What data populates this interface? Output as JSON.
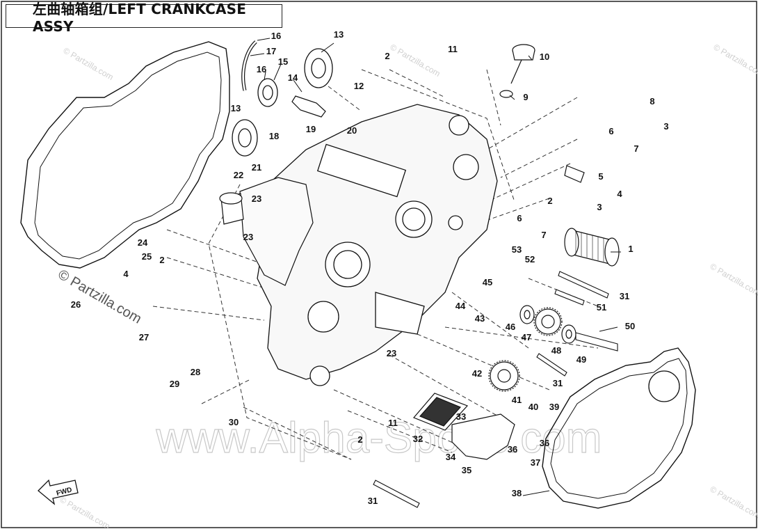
{
  "diagram": {
    "title": "左曲轴箱组/LEFT CRANKCASE ASSY",
    "watermark_main": "www.Alpha-Sports.com",
    "watermark_site": "© Partzilla.com",
    "fwd_label": "FWD",
    "callouts": [
      {
        "id": "c16a",
        "label": "16"
      },
      {
        "id": "c17",
        "label": "17"
      },
      {
        "id": "c13a",
        "label": "13"
      },
      {
        "id": "c16b",
        "label": "16"
      },
      {
        "id": "c15",
        "label": "15"
      },
      {
        "id": "c14",
        "label": "14"
      },
      {
        "id": "c13b",
        "label": "13"
      },
      {
        "id": "c18",
        "label": "18"
      },
      {
        "id": "c19",
        "label": "19"
      },
      {
        "id": "c20",
        "label": "20"
      },
      {
        "id": "c21",
        "label": "21"
      },
      {
        "id": "c22",
        "label": "22"
      },
      {
        "id": "c23a",
        "label": "23"
      },
      {
        "id": "c23b",
        "label": "23"
      },
      {
        "id": "c24",
        "label": "24"
      },
      {
        "id": "c25",
        "label": "25"
      },
      {
        "id": "c2a",
        "label": "2"
      },
      {
        "id": "c4a",
        "label": "4"
      },
      {
        "id": "c26",
        "label": "26"
      },
      {
        "id": "c27",
        "label": "27"
      },
      {
        "id": "c2b",
        "label": "2"
      },
      {
        "id": "c11a",
        "label": "11"
      },
      {
        "id": "c12",
        "label": "12"
      },
      {
        "id": "c10",
        "label": "10"
      },
      {
        "id": "c9",
        "label": "9"
      },
      {
        "id": "c8",
        "label": "8"
      },
      {
        "id": "c3a",
        "label": "3"
      },
      {
        "id": "c6a",
        "label": "6"
      },
      {
        "id": "c7a",
        "label": "7"
      },
      {
        "id": "c5",
        "label": "5"
      },
      {
        "id": "c4b",
        "label": "4"
      },
      {
        "id": "c2c",
        "label": "2"
      },
      {
        "id": "c3b",
        "label": "3"
      },
      {
        "id": "c6b",
        "label": "6"
      },
      {
        "id": "c7b",
        "label": "7"
      },
      {
        "id": "c53",
        "label": "53"
      },
      {
        "id": "c52",
        "label": "52"
      },
      {
        "id": "c1",
        "label": "1"
      },
      {
        "id": "c45",
        "label": "45"
      },
      {
        "id": "c44",
        "label": "44"
      },
      {
        "id": "c31a",
        "label": "31"
      },
      {
        "id": "c51",
        "label": "51"
      },
      {
        "id": "c43",
        "label": "43"
      },
      {
        "id": "c46",
        "label": "46"
      },
      {
        "id": "c47",
        "label": "47"
      },
      {
        "id": "c48",
        "label": "48"
      },
      {
        "id": "c50",
        "label": "50"
      },
      {
        "id": "c49",
        "label": "49"
      },
      {
        "id": "c23c",
        "label": "23"
      },
      {
        "id": "c42",
        "label": "42"
      },
      {
        "id": "c31b",
        "label": "31"
      },
      {
        "id": "c41",
        "label": "41"
      },
      {
        "id": "c40",
        "label": "40"
      },
      {
        "id": "c39",
        "label": "39"
      },
      {
        "id": "c28",
        "label": "28"
      },
      {
        "id": "c29",
        "label": "29"
      },
      {
        "id": "c30",
        "label": "30"
      },
      {
        "id": "c11b",
        "label": "11"
      },
      {
        "id": "c2d",
        "label": "2"
      },
      {
        "id": "c32",
        "label": "32"
      },
      {
        "id": "c33",
        "label": "33"
      },
      {
        "id": "c34",
        "label": "34"
      },
      {
        "id": "c35",
        "label": "35"
      },
      {
        "id": "c36a",
        "label": "36"
      },
      {
        "id": "c36b",
        "label": "36"
      },
      {
        "id": "c37",
        "label": "37"
      },
      {
        "id": "c38",
        "label": "38"
      },
      {
        "id": "c31c",
        "label": "31"
      }
    ]
  }
}
